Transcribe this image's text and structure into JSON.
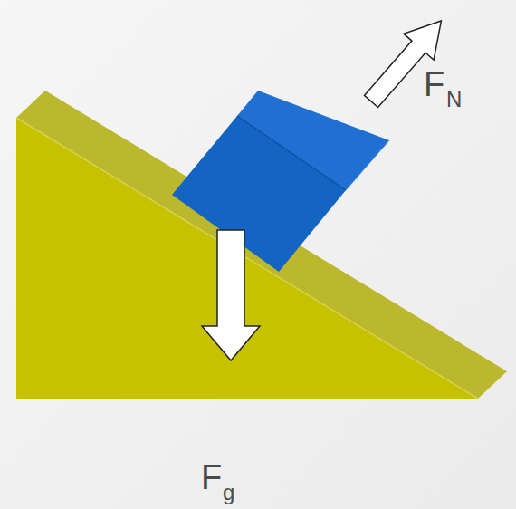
{
  "diagram": {
    "labels": [
      "F",
      "N",
      "F",
      "g"
    ]
  }
}
